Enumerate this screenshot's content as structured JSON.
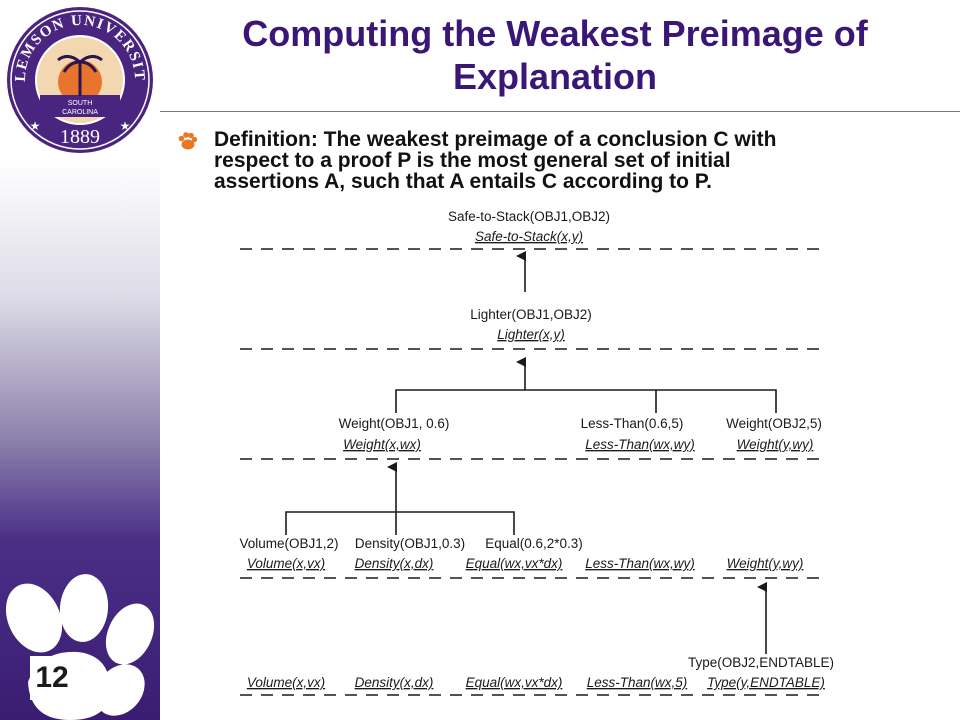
{
  "slide": {
    "title_line1": "Computing the Weakest Preimage of",
    "title_line2": "Explanation",
    "number": "12",
    "accent_color": "#3a1676",
    "bullet_color": "#e87722"
  },
  "logo": {
    "top_text": "CLEMSON UNIVERSITY",
    "banner_line1": "SOUTH",
    "banner_line2": "CAROLINA",
    "year": "1889",
    "colors": {
      "ring": "#4a2580",
      "inner": "#f3d7b0",
      "sun": "#e9742b"
    }
  },
  "definition": {
    "line1": "Definition: The weakest preimage of a conclusion C with",
    "line2": "respect to a proof P is the most general set of initial",
    "line3": "assertions A, such that A entails C according to P."
  },
  "diagram": {
    "level1": {
      "instance": "Safe-to-Stack(OBJ1,OBJ2)",
      "generic": "Safe-to-Stack(x,y)"
    },
    "level2": {
      "instance": "Lighter(OBJ1,OBJ2)",
      "generic": "Lighter(x,y)"
    },
    "level3": [
      {
        "instance": "Weight(OBJ1, 0.6)",
        "generic": "Weight(x,wx)"
      },
      {
        "instance": "Less-Than(0.6,5)",
        "generic": "Less-Than(wx,wy)"
      },
      {
        "instance": "Weight(OBJ2,5)",
        "generic": "Weight(y,wy)"
      }
    ],
    "level4": [
      {
        "instance": "Volume(OBJ1,2)",
        "generic": "Volume(x,vx)"
      },
      {
        "instance": "Density(OBJ1,0.3)",
        "generic": "Density(x,dx)"
      },
      {
        "instance": "Equal(0.6,2*0.3)",
        "generic": "Equal(wx,vx*dx)"
      },
      {
        "instance": "",
        "generic": "Less-Than(wx,wy)"
      },
      {
        "instance": "",
        "generic": "Weight(y,wy)"
      }
    ],
    "type_fact": "Type(OBJ2,ENDTABLE)",
    "level5": [
      {
        "generic": "Volume(x,vx)"
      },
      {
        "generic": "Density(x,dx)"
      },
      {
        "generic": "Equal(wx,vx*dx)"
      },
      {
        "generic": "Less-Than(wx,5)"
      },
      {
        "generic": "Type(y,ENDTABLE)"
      }
    ]
  }
}
